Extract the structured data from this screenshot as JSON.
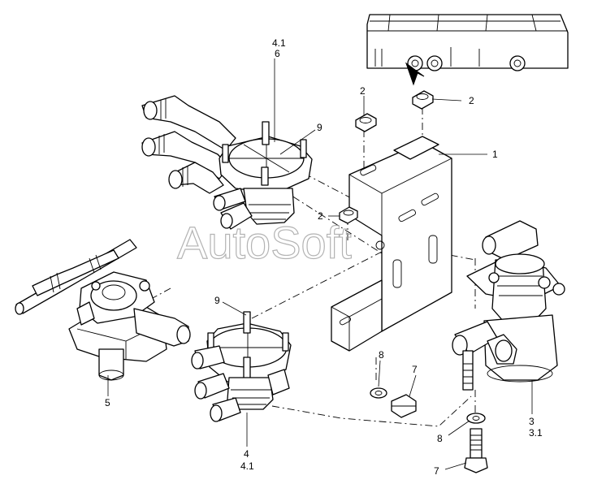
{
  "watermark": "AutoSoft",
  "callouts": {
    "c_41_top": "4.1",
    "c_6": "6",
    "c_9_top": "9",
    "c_2_a": "2",
    "c_2_b": "2",
    "c_2_c": "2",
    "c_1": "1",
    "c_9_bottom": "9",
    "c_5": "5",
    "c_8_a": "8",
    "c_7_a": "7",
    "c_4": "4",
    "c_41_bottom": "4.1",
    "c_3": "3",
    "c_31": "3.1",
    "c_8_b": "8",
    "c_7_b": "7"
  }
}
